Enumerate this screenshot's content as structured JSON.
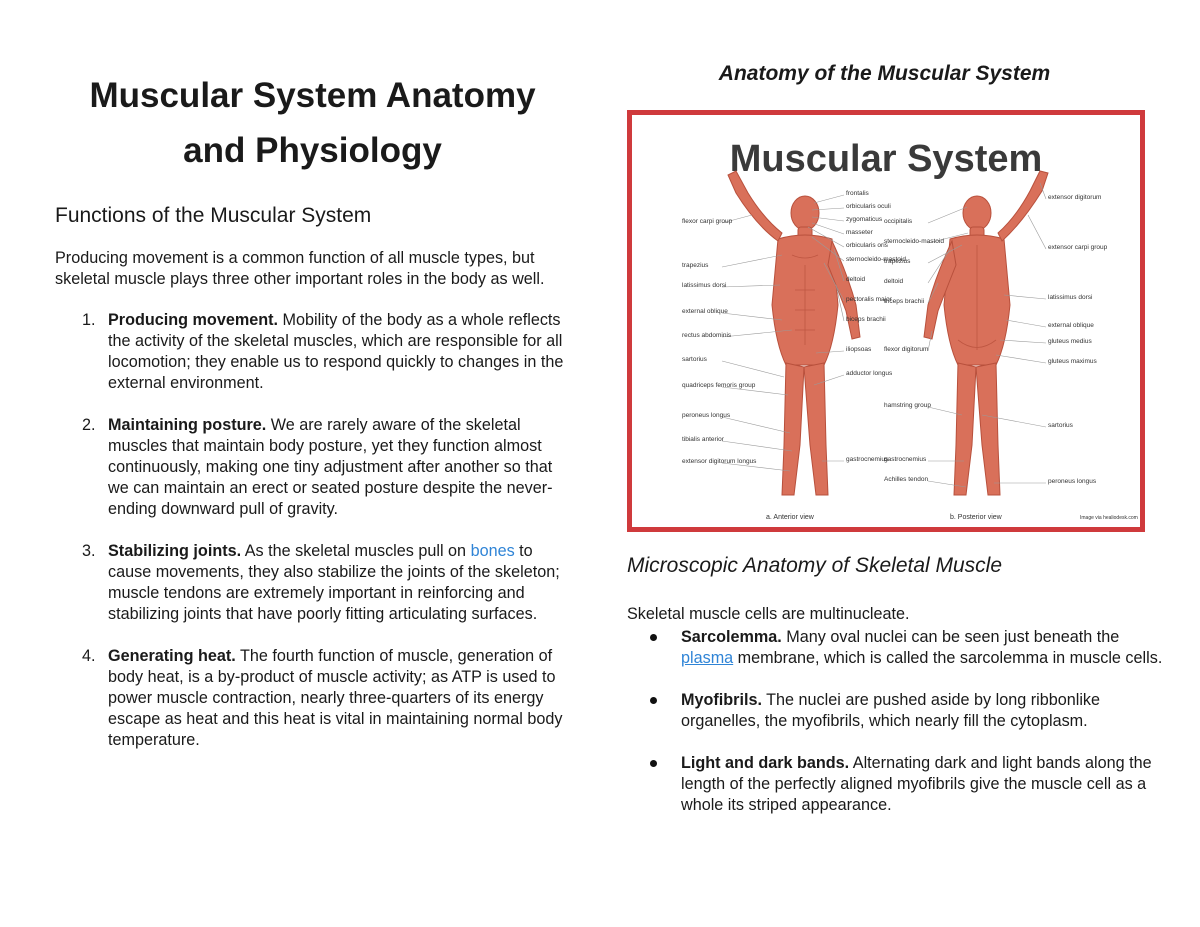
{
  "left": {
    "title_line1": "Muscular System Anatomy",
    "title_line2": "and Physiology",
    "section_heading": "Functions of the Muscular System",
    "intro": "Producing movement is a common function of all muscle types, but skeletal muscle plays three other important roles in the body as well.",
    "functions": [
      {
        "num": "1.",
        "term": "Producing movement.",
        "text": " Mobility of the body as a whole reflects the activity of the skeletal muscles, which are responsible for all locomotion; they enable us to respond quickly to changes in the external environment."
      },
      {
        "num": "2.",
        "term": "Maintaining posture.",
        "text": " We are rarely aware of the skeletal muscles that maintain body posture, yet they function almost continuously, making one tiny adjustment after another so that we can maintain an erect or seated posture despite the never-ending downward pull of gravity."
      },
      {
        "num": "3.",
        "term": "Stabilizing joints.",
        "text_before": " As the skeletal muscles pull on ",
        "link": "bones",
        "text_after": " to cause movements, they also stabilize the joints of the skeleton; muscle tendons are extremely important in reinforcing and stabilizing joints that have poorly fitting articulating surfaces."
      },
      {
        "num": "4.",
        "term": "Generating heat.",
        "text": " The fourth function of muscle, generation of body heat, is a by-product of muscle activity; as ATP is used to power muscle contraction, nearly three-quarters of its energy escape as heat and this heat is vital in maintaining normal body temperature."
      }
    ]
  },
  "right": {
    "figure_title": "Anatomy of the Muscular System",
    "figure": {
      "heading": "Muscular System",
      "anterior_caption": "a. Anterior view",
      "posterior_caption": "b. Posterior view",
      "credit": "Image via healiodesk.com",
      "anterior_left_labels": [
        "flexor carpi group",
        "trapezius",
        "latissimus dorsi",
        "external oblique",
        "rectus abdominis",
        "sartorius",
        "quadriceps femoris group",
        "peroneus longus",
        "tibialis anterior",
        "extensor digitorum longus"
      ],
      "anterior_right_labels": [
        "frontalis",
        "orbicularis oculi",
        "zygomaticus",
        "masseter",
        "orbicularis oris",
        "sternocleido-mastoid",
        "deltoid",
        "pectoralis major",
        "biceps brachii",
        "iliopsoas",
        "adductor longus",
        "gastrocnemius"
      ],
      "posterior_left_labels": [
        "occipitalis",
        "sternocleido-mastoid",
        "trapezius",
        "deltoid",
        "triceps brachii",
        "flexor digitorum",
        "hamstring group",
        "gastrocnemius",
        "Achilles tendon"
      ],
      "posterior_right_labels": [
        "extensor digitorum",
        "extensor carpi group",
        "latissimus dorsi",
        "external oblique",
        "gluteus medius",
        "gluteus maximus",
        "sartorius",
        "peroneus longus"
      ],
      "colors": {
        "frame": "#cf3a3c",
        "muscle": "#d9705a",
        "muscle_dark": "#b8503c",
        "label_text": "#333333"
      }
    },
    "section_heading": "Microscopic Anatomy of Skeletal Muscle",
    "intro": "Skeletal muscle cells are multinucleate.",
    "bullets": [
      {
        "term": "Sarcolemma.",
        "text_before": " Many oval nuclei can be seen just beneath the ",
        "link": "plasma",
        "text_after": " membrane, which is called the sarcolemma in muscle cells."
      },
      {
        "term": "Myofibrils.",
        "text": " The nuclei are pushed aside by long ribbonlike organelles, the myofibrils, which nearly fill the cytoplasm."
      },
      {
        "term": "Light and dark bands.",
        "text": " Alternating dark and light bands along the length of the perfectly aligned myofibrils give the muscle cell as a whole its striped appearance."
      }
    ]
  }
}
